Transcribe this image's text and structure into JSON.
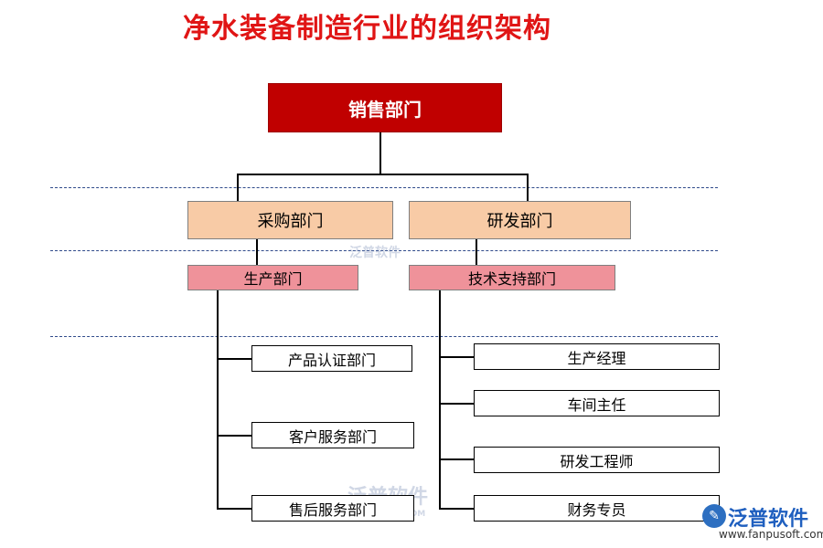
{
  "title": "净水装备制造行业的组织架构",
  "nodes": {
    "sales": "销售部门",
    "purchase": "采购部门",
    "rnd": "研发部门",
    "production": "生产部门",
    "tech_support": "技术支持部门",
    "product_cert": "产品认证部门",
    "customer_service": "客户服务部门",
    "after_sales": "售后服务部门",
    "production_manager": "生产经理",
    "workshop_director": "车间主任",
    "rnd_engineer": "研发工程师",
    "finance_specialist": "财务专员"
  },
  "watermarks": {
    "text": "泛普软件",
    "small": "FANPUSOFT.COM"
  },
  "logo": {
    "name": "泛普软件",
    "url": "www.fanpusoft.com"
  },
  "colors": {
    "title": "#e01515",
    "top_box": "#c00000",
    "level2_box": "#f8cba6",
    "level3_box": "#ef929a",
    "divider": "#2f4a8a",
    "logo": "#1f5fbf"
  }
}
